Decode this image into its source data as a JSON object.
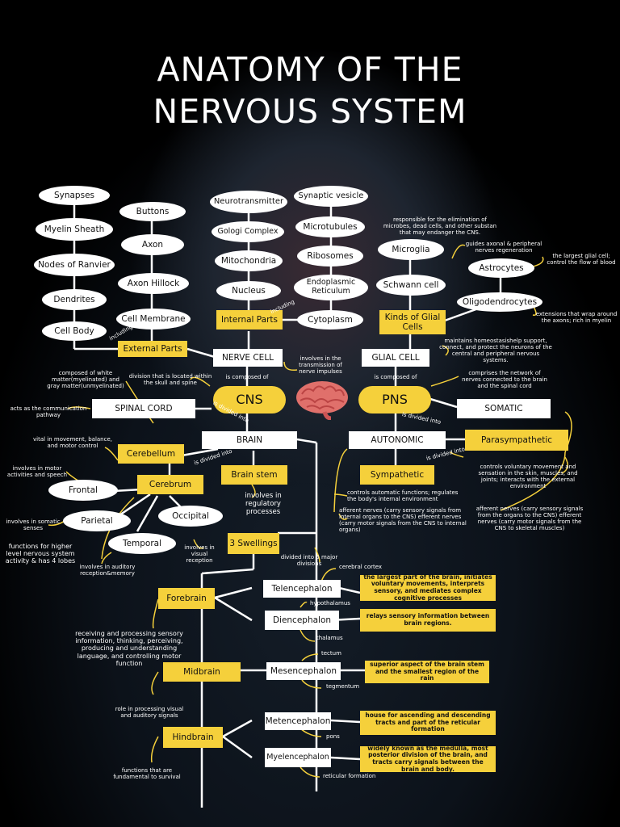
{
  "title": [
    "ANATOMY OF THE",
    "NERVOUS SYSTEM"
  ],
  "center": {
    "cns": "CNS",
    "pns": "PNS"
  },
  "nerve_cell": {
    "label": "NERVE CELL",
    "external_parts": "External Parts",
    "internal_parts": "Internal Parts",
    "external": [
      "Synapses",
      "Myelin Sheath",
      "Nodes of Ranvier",
      "Dendrites",
      "Cell Body",
      "Buttons",
      "Axon",
      "Axon Hillock",
      "Cell Membrane"
    ],
    "internal": [
      "Neurotransmitter",
      "Gologi Complex",
      "Mitochondria",
      "Nucleus",
      "Synaptic vesicle",
      "Microtubules",
      "Ribosomes",
      "Endoplasmic Reticulum",
      "Cytoplasm"
    ],
    "including": "including",
    "involves": "involves in the transmission of nerve impulses"
  },
  "glial": {
    "label": "GLIAL CELL",
    "kinds": "Kinds of Glial Cells",
    "types": [
      "Microglia",
      "Schwann cell",
      "Astrocytes",
      "Oligodendrocytes"
    ],
    "microglia_desc": "responsible for the elimination of microbes, dead cells, and other substan that may endanger the CNS.",
    "schwann_desc": "guides axonal & peripheral nerves regeneration",
    "astro_desc": "the largest glial cell; control the flow of blood",
    "oligo_desc": "extensions that wrap around the axons; rich in myelin",
    "desc": "maintains homeostasishelp support, connect, and protect the neurons of the central and peripheral nervous systems."
  },
  "cns": {
    "composed_of": "is composed of",
    "divided_into": "is divided into",
    "desc": "division that is located within the skull and spine",
    "spinal_cord": "SPINAL CORD",
    "spinal_desc1": "composed of white matter(myelinated) and gray matter(unmyelinated)",
    "spinal_desc2": "acts as the communication pathway",
    "brain": "BRAIN",
    "brain_divided": "is divided into",
    "cerebellum": "Cerebellum",
    "cerebellum_desc": "vital in movement, balance, and motor control",
    "cerebrum": "Cerebrum",
    "cerebrum_desc": "functions for higher level nervous system activity & has 4 lobes",
    "lobes": [
      "Frontal",
      "Parietal",
      "Temporal",
      "Occipital"
    ],
    "frontal_desc": "involves in motor activities and speech",
    "parietal_desc": "involves in somatic senses",
    "temporal_desc": "involves in auditory reception&memory",
    "occipital_desc": "involves in visual reception",
    "brain_stem": "Brain stem",
    "brain_stem_desc": "involves in regulatory processes",
    "swellings": "3 Swellings",
    "swellings_desc": "divided into 5 major divisions"
  },
  "pns": {
    "composed_of": "is composed of",
    "divided_into": "is divided into",
    "desc": "comprises the network of nerves connected to the brain and the spinal cord",
    "somatic": "SOMATIC",
    "autonomic": "AUTONOMIC",
    "auto_divided": "is divided into",
    "sympathetic": "Sympathetic",
    "parasympathetic": "Parasympathetic",
    "somatic_desc": "controls voluntary movement and sensation in the skin, muscles, and joints; interacts with the external environment",
    "somatic_nerves": "afferent nerves (carry sensory signals from the organs to the CNS) efferent nerves (carry motor signals from the CNS to skeletal muscles)",
    "auto_desc": "controls automatic functions; regulates the body's internal environment",
    "auto_nerves": "afferent nerves (carry sensory signals from internal organs to the CNS) efferent nerves (carry motor signals from the CNS to internal organs)"
  },
  "divisions": {
    "forebrain": "Forebrain",
    "midbrain": "Midbrain",
    "hindbrain": "Hindbrain",
    "telencephalon": "Telencephalon",
    "diencephalon": "Diencephalon",
    "mesencephalon": "Mesencephalon",
    "metencephalon": "Metencephalon",
    "myelencephalon": "Myelencephalon",
    "cerebral_cortex": "cerebral cortex",
    "hypothalamus": "hypothalamus",
    "thalamus": "thalamus",
    "tectum": "tectum",
    "tegmentum": "tegmentum",
    "pons": "pons",
    "reticular": "reticular formation",
    "tele_desc": "the largest part of the brain, initiates voluntary movements, interprets sensory, and mediates complex cognitive processes",
    "die_desc": "relays sensory information between brain regions.",
    "mes_desc": "superior aspect of the brain stem and the smallest region of the rain",
    "met_desc": "house for ascending and descending tracts and part of the reticular formation",
    "mye_desc": "widely known as the medulla, most posterior division of the brain, and tracts carry signals between the brain and body.",
    "midbrain_desc": "receiving and processing sensory information, thinking, perceiving, producing and understanding language, and controlling motor function",
    "hind_desc": "role in processing visual and auditory signals",
    "hind_desc2": "functions that are fundamental to survival"
  },
  "colors": {
    "accent": "#f5d03b",
    "background": "#000000",
    "line": "#ffffff"
  }
}
